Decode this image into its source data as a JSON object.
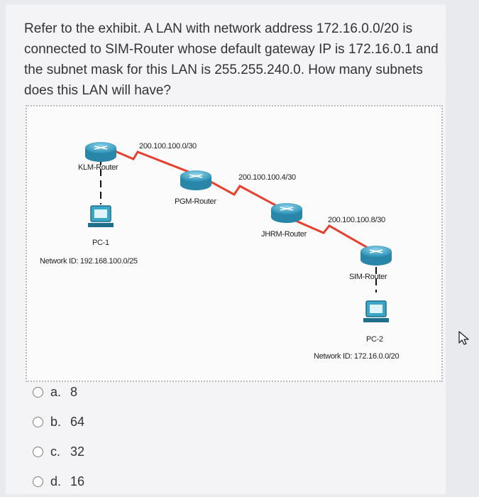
{
  "question": {
    "text": "Refer to the exhibit. A LAN with network address 172.16.0.0/20 is connected to SIM-Router whose default gateway IP is 172.16.0.1 and the subnet mask for this LAN is 255.255.240.0. How many subnets does this LAN will have?"
  },
  "exhibit": {
    "routers": {
      "klm": "KLM-Router",
      "pgm": "PGM-Router",
      "jhrm": "JHRM-Router",
      "sim": "SIM-Router"
    },
    "links": {
      "klm_pgm": "200.100.100.0/30",
      "pgm_jhrm": "200.100.100.4/30",
      "jhrm_sim": "200.100.100.8/30"
    },
    "pcs": {
      "pc1": "PC-1",
      "pc2": "PC-2"
    },
    "networks": {
      "pc1_net": "Network ID: 192.168.100.0/25",
      "pc2_net": "Network ID: 172.16.0.0/20"
    },
    "colors": {
      "serial_link": "#e8402e",
      "router": "#3aa7c9"
    }
  },
  "options": [
    {
      "letter": "a.",
      "value": "8"
    },
    {
      "letter": "b.",
      "value": "64"
    },
    {
      "letter": "c.",
      "value": "32"
    },
    {
      "letter": "d.",
      "value": "16"
    }
  ]
}
